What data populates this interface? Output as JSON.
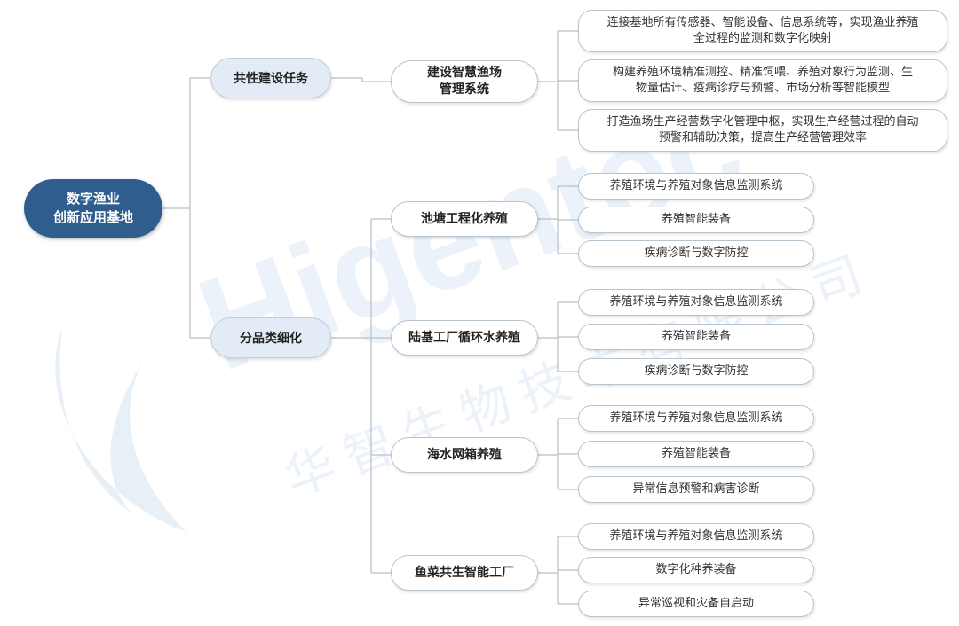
{
  "root": {
    "label": "数字渔业\n创新应用基地"
  },
  "categories": [
    {
      "label": "共性建设任务",
      "groups": [
        {
          "label": "建设智慧渔场\n管理系统",
          "items": [
            "连接基地所有传感器、智能设备、信息系统等，实现渔业养殖\n全过程的监测和数字化映射",
            "构建养殖环境精准测控、精准饲喂、养殖对象行为监测、生\n物量估计、疫病诊疗与预警、市场分析等智能模型",
            "打造渔场生产经营数字化管理中枢，实现生产经营过程的自动\n预警和辅助决策，提高生产经营管理效率"
          ]
        }
      ]
    },
    {
      "label": "分品类细化",
      "groups": [
        {
          "label": "池塘工程化养殖",
          "items": [
            "养殖环境与养殖对象信息监测系统",
            "养殖智能装备",
            "疾病诊断与数字防控"
          ]
        },
        {
          "label": "陆基工厂循环水养殖",
          "items": [
            "养殖环境与养殖对象信息监测系统",
            "养殖智能装备",
            "疾病诊断与数字防控"
          ]
        },
        {
          "label": "海水网箱养殖",
          "items": [
            "养殖环境与养殖对象信息监测系统",
            "养殖智能装备",
            "异常信息预警和病害诊断"
          ]
        },
        {
          "label": "鱼菜共生智能工厂",
          "items": [
            "养殖环境与养殖对象信息监测系统",
            "数字化种养装备",
            "异常巡视和灾备自启动"
          ]
        }
      ]
    }
  ],
  "watermark": {
    "brand": "Higentec",
    "company": "华智生物技术有限公司"
  },
  "colors": {
    "root_fill": "#2f5e8e",
    "category_fill": "#e3ebf6",
    "line": "#b8bfc8",
    "watermark": "#dfe9f4"
  }
}
